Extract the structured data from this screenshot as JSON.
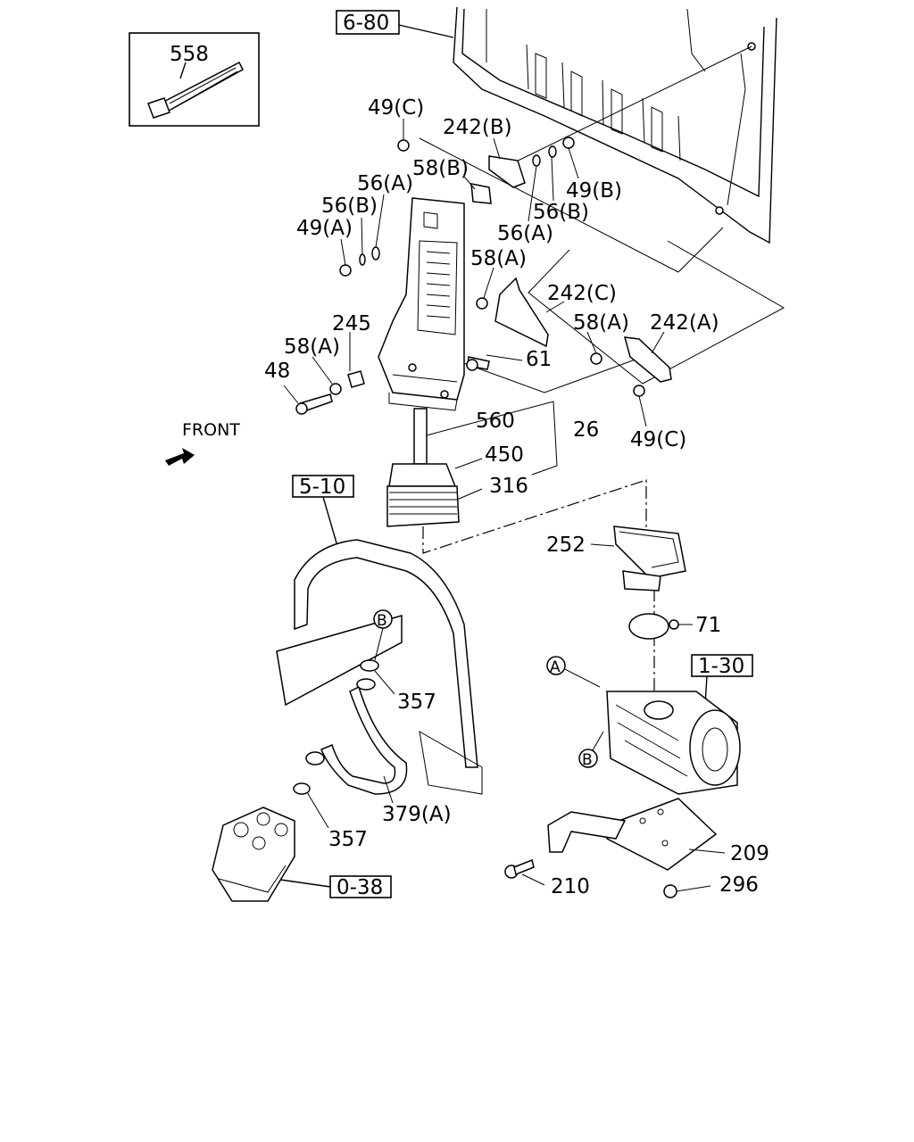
{
  "refs": {
    "r680": "6-80",
    "r510": "5-10",
    "r130": "1-30",
    "r038": "0-38"
  },
  "inset": {
    "label": "558"
  },
  "front": {
    "label": "FRONT"
  },
  "callouts": {
    "c49c_top": "49(C)",
    "c242b": "242(B)",
    "c58b": "58(B)",
    "c56a_left": "56(A)",
    "c56b_left": "56(B)",
    "c49a": "49(A)",
    "c49b": "49(B)",
    "c56b_mid": "56(B)",
    "c56a_mid": "56(A)",
    "c58a_upper": "58(A)",
    "c242c": "242(C)",
    "c245": "245",
    "c58a_left": "58(A)",
    "c58a_right": "58(A)",
    "c242a": "242(A)",
    "c61": "61",
    "c48": "48",
    "c560": "560",
    "c26": "26",
    "c450": "450",
    "c49c_bottom": "49(C)",
    "c316": "316",
    "c252": "252",
    "c71": "71",
    "c357_upper": "357",
    "c379a": "379(A)",
    "c357_lower": "357",
    "c209": "209",
    "c210": "210",
    "c296": "296",
    "circle_b_upper": "B",
    "circle_a": "A",
    "circle_b_lower": "B"
  },
  "colors": {
    "ink": "#000000",
    "paper": "#ffffff"
  }
}
